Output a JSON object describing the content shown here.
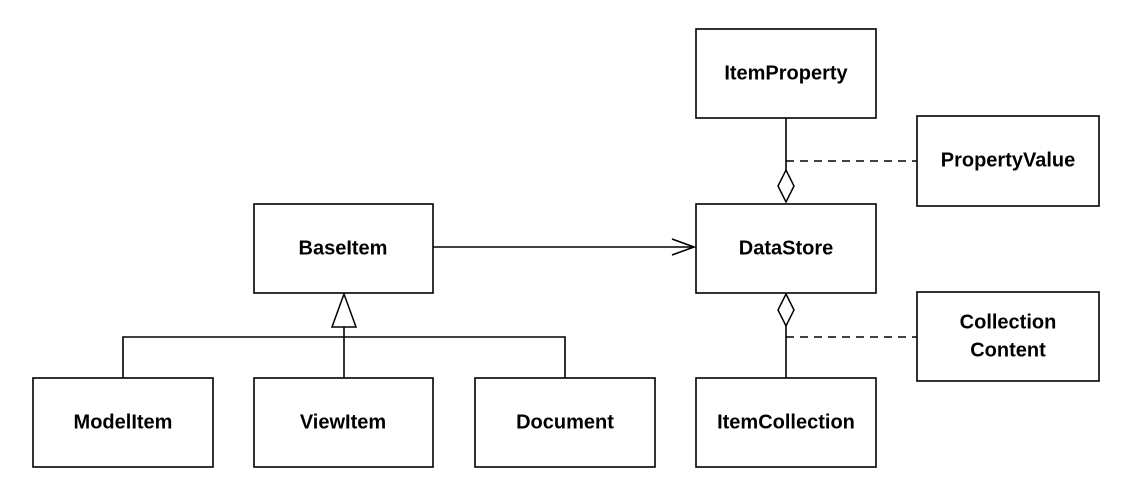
{
  "nodes": {
    "item_property": "ItemProperty",
    "property_value": "PropertyValue",
    "base_item": "BaseItem",
    "data_store": "DataStore",
    "collection_content": [
      "Collection",
      "Content"
    ],
    "model_item": "ModelItem",
    "view_item": "ViewItem",
    "document": "Document",
    "item_collection": "ItemCollection"
  }
}
